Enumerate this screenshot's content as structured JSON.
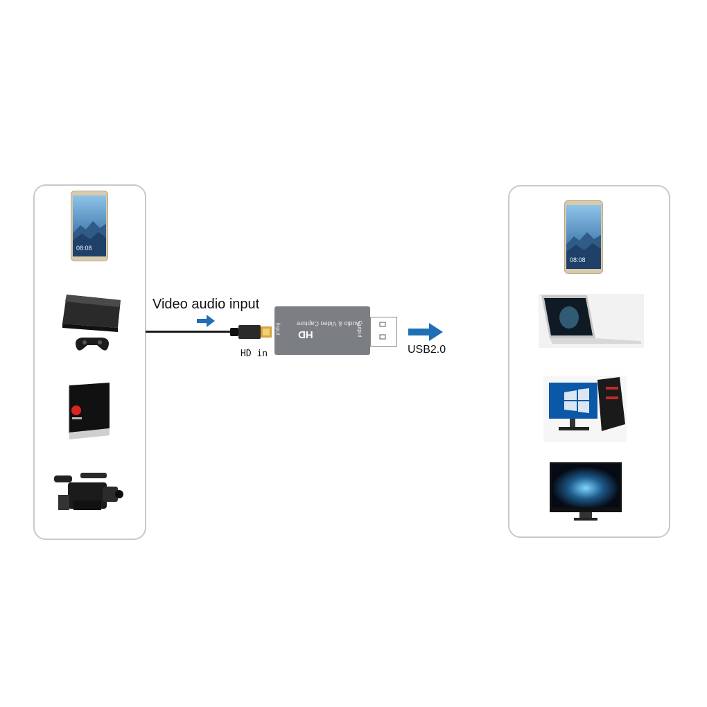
{
  "labels": {
    "input_title": "Video audio input",
    "hdmi_in": "HD in",
    "usb": "USB2.0"
  },
  "dongle": {
    "brand": "HD",
    "product": "Audio & Video Capture",
    "input_port": "Input",
    "output_port": "Output"
  },
  "sources": [
    {
      "icon": "smartphone-icon",
      "time": "08:08"
    },
    {
      "icon": "game-console-icon",
      "logo": ""
    },
    {
      "icon": "set-top-box-icon"
    },
    {
      "icon": "camcorder-icon"
    }
  ],
  "targets": [
    {
      "icon": "smartphone-icon",
      "time": "08:08"
    },
    {
      "icon": "laptop-icon"
    },
    {
      "icon": "desktop-pc-icon"
    },
    {
      "icon": "monitor-icon"
    }
  ],
  "colors": {
    "arrow": "#1e6fb5",
    "dongle": "#7b7e82",
    "panel_border": "#c8c8c8"
  }
}
